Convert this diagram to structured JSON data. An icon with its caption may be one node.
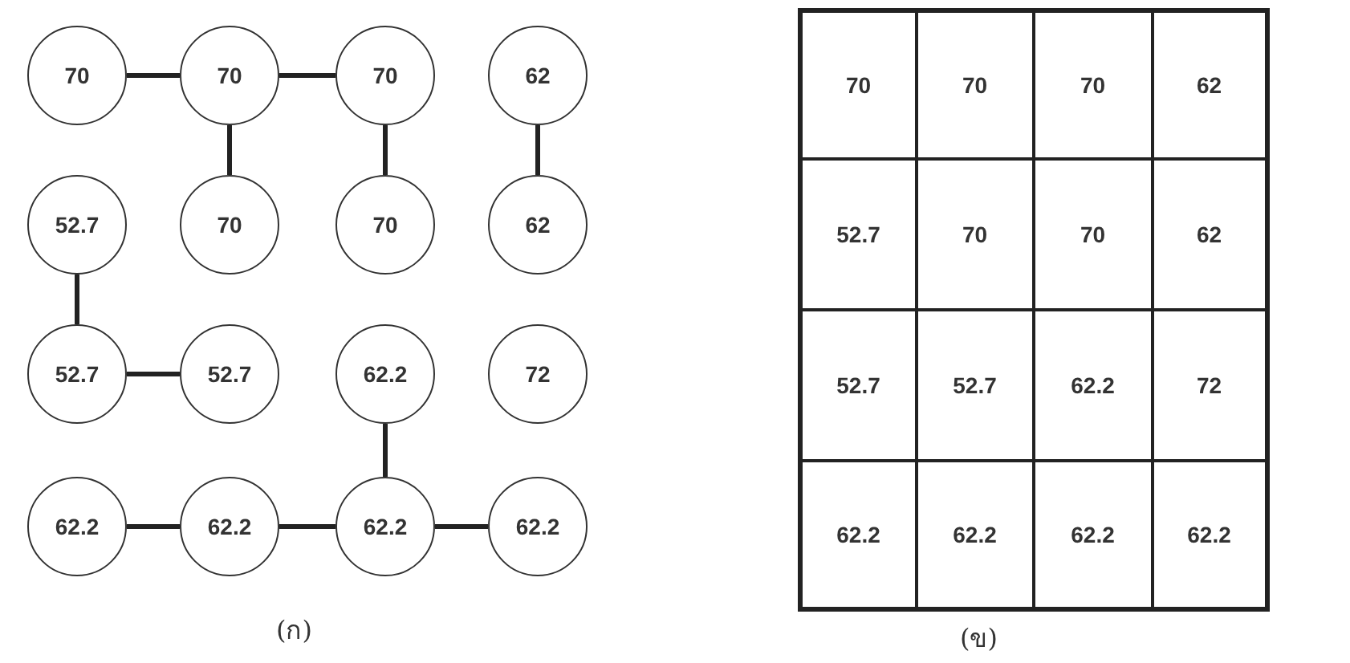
{
  "diagram": {
    "nodes": [
      {
        "text": [
          "70"
        ]
      },
      {
        "text": [
          "70"
        ]
      },
      {
        "text": [
          "70"
        ]
      },
      {
        "text": [
          "62"
        ]
      },
      {
        "text": [
          "52.7"
        ]
      },
      {
        "text": [
          "70"
        ]
      },
      {
        "text": [
          "70"
        ]
      },
      {
        "text": [
          "62"
        ]
      },
      {
        "text": [
          "52.7"
        ]
      },
      {
        "text": [
          "52.7"
        ]
      },
      {
        "text": [
          "62.2"
        ]
      },
      {
        "text": [
          "72"
        ]
      },
      {
        "text": [
          "62.2"
        ]
      },
      {
        "text": [
          "62.2"
        ]
      },
      {
        "text": [
          "62.2"
        ]
      },
      {
        "text": [
          "62.2"
        ]
      }
    ],
    "edges": [
      {
        "from": 0,
        "to": 1,
        "arrow": "none"
      },
      {
        "from": 1,
        "to": 2,
        "arrow": "none"
      },
      {
        "from": 1,
        "to": 5,
        "arrow": "none"
      },
      {
        "from": 2,
        "to": 6,
        "arrow": "none"
      },
      {
        "from": 3,
        "to": 7,
        "arrow": "none"
      },
      {
        "from": 4,
        "to": 8,
        "arrow": "none"
      },
      {
        "from": 8,
        "to": 9,
        "arrow": "none"
      },
      {
        "from": 10,
        "to": 14,
        "arrow": "none"
      },
      {
        "from": 12,
        "to": 13,
        "arrow": "none"
      },
      {
        "from": 13,
        "to": 14,
        "arrow": "none"
      },
      {
        "from": 14,
        "to": 15,
        "arrow": "none"
      }
    ],
    "labels": [
      "70",
      "70",
      "70",
      "62",
      "52.7",
      "70",
      "70",
      "62",
      "52.7",
      "52.7",
      "62.2",
      "72",
      "62.2",
      "62.2",
      "62.2",
      "62.2",
      "(ก)",
      "(ข)"
    ]
  }
}
